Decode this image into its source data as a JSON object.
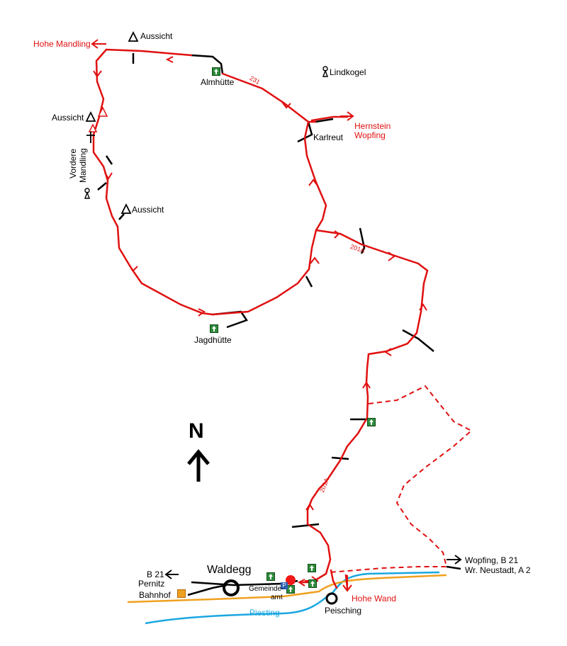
{
  "labels": {
    "hohe_mandling": "Hohe Mandling",
    "aussicht": "Aussicht",
    "almhuette": "Almhütte",
    "lindkogel": "Lindkogel",
    "route_231": "231",
    "hernstein": "Hernstein",
    "wopfing": "Wopfing",
    "karlreut": "Karlreut",
    "vordere": "Vordere",
    "mandling": "Mandling",
    "route_201a": "201A",
    "jagdhuette": "Jagdhütte",
    "north": "N",
    "b21": "B 21",
    "pernitz": "Pernitz",
    "waldegg": "Waldegg",
    "bahnhof": "Bahnhof",
    "gemeinde": "Gemeinde-",
    "amt": "amt",
    "peisching": "Peisching",
    "piesting": "Piesting",
    "hohe_wand": "Hohe Wand",
    "wopfing_b21": "Wopfing, B 21",
    "wr_neustadt": "Wr. Neustadt, A 2"
  },
  "colors": {
    "trail": "#e01010",
    "road": "#000000",
    "railway": "#f0a020",
    "river": "#1aa7e0",
    "hut": "#2e8b3a",
    "station": "#f0a020"
  },
  "icons": [
    "summit-triangle-icon",
    "warning-icon",
    "cross-icon",
    "tower-icon",
    "hut-icon",
    "parking-icon",
    "start-point-icon",
    "town-circle-icon",
    "arrow-icon",
    "train-station-icon"
  ]
}
